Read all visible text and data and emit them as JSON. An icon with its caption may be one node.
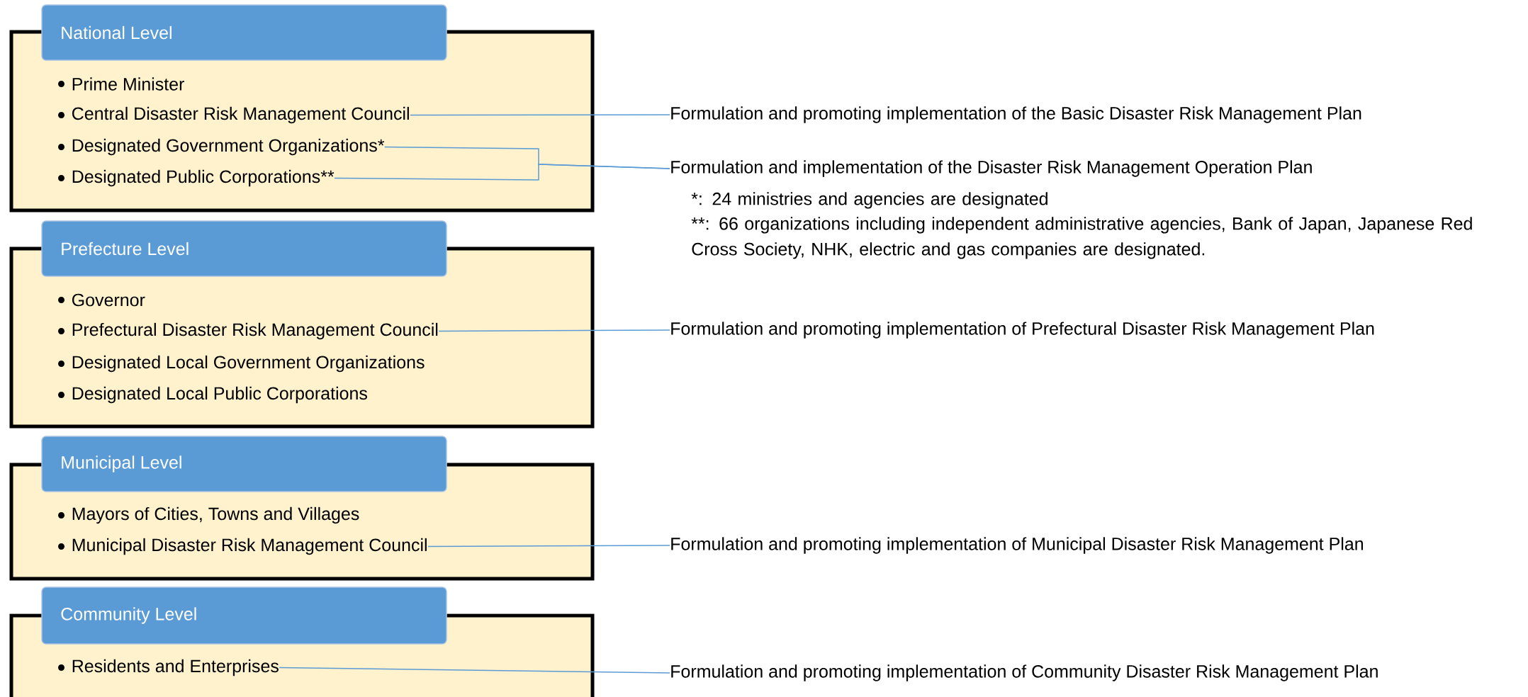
{
  "diagram": {
    "nodes": [
      {
        "text": [
          "National Level"
        ]
      },
      {
        "text": [
          "Prime Minister"
        ],
        "in": 0
      },
      {
        "text": [
          "Central Disaster Risk Management Council"
        ],
        "in": 0
      },
      {
        "text": [
          "Designated Government Organizations*"
        ],
        "in": 0
      },
      {
        "text": [
          "Designated Public Corporations**"
        ],
        "in": 0
      },
      {
        "text": [
          "Prefecture Level"
        ]
      },
      {
        "text": [
          "Governor"
        ],
        "in": 5
      },
      {
        "text": [
          "Prefectural Disaster Risk Management Council"
        ],
        "in": 5
      },
      {
        "text": [
          "Designated Local Government Organizations"
        ],
        "in": 5
      },
      {
        "text": [
          "Designated Local Public Corporations"
        ],
        "in": 5
      },
      {
        "text": [
          "Municipal Level"
        ]
      },
      {
        "text": [
          "Mayors of Cities, Towns and Villages"
        ],
        "in": 10
      },
      {
        "text": [
          "Municipal Disaster Risk Management Council"
        ],
        "in": 10
      },
      {
        "text": [
          "Community Level"
        ]
      },
      {
        "text": [
          "Residents and Enterprises"
        ],
        "in": 13
      },
      {
        "text": [
          "Formulation and promoting implementation of the Basic Disaster Risk Management Plan"
        ]
      },
      {
        "text": [
          "Formulation and implementation of the Disaster Risk Management Operation Plan"
        ]
      },
      {
        "text": [
          "Formulation and promoting implementation of Prefectural Disaster Risk Management Plan"
        ]
      },
      {
        "text": [
          "Formulation and promoting implementation of Municipal Disaster Risk Management Plan"
        ]
      },
      {
        "text": [
          "Formulation and promoting implementation of Community Disaster Risk Management Plan"
        ]
      }
    ],
    "edges": [
      {
        "from": 2,
        "to": 15,
        "arrow": "none"
      },
      {
        "from": 3,
        "to": 16,
        "arrow": "none"
      },
      {
        "from": 4,
        "to": 16,
        "arrow": "none"
      },
      {
        "from": 7,
        "to": 17,
        "arrow": "none"
      },
      {
        "from": 12,
        "to": 18,
        "arrow": "none"
      },
      {
        "from": 14,
        "to": 19,
        "arrow": "none"
      }
    ],
    "labels": [
      "*: 24 ministries and agencies are designated",
      "**: 66 organizations including independent administrative agencies, Bank of Japan, Japanese Red Cross Society, NHK, electric and gas companies are designated."
    ]
  }
}
